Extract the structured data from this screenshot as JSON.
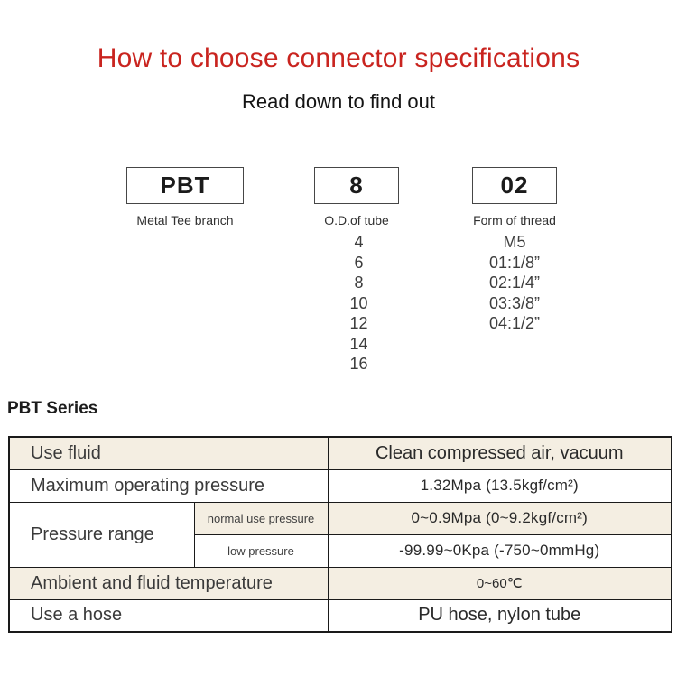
{
  "header": {
    "title": "How to choose connector specifications",
    "subtitle": "Read down to find out"
  },
  "colors": {
    "title_red": "#c9241f",
    "row_beige": "#f4eee2",
    "table_border": "#1a1a1a"
  },
  "code_builder": {
    "boxes": [
      {
        "code": "PBT",
        "label": "Metal Tee branch"
      },
      {
        "code": "8",
        "label": "O.D.of tube"
      },
      {
        "code": "02",
        "label": "Form of thread"
      }
    ],
    "tube_sizes": [
      "4",
      "6",
      "8",
      "10",
      "12",
      "14",
      "16"
    ],
    "thread_forms": [
      "M5",
      "01:1/8”",
      "02:1/4”",
      "03:3/8”",
      "04:1/2”"
    ]
  },
  "series_section": {
    "heading": "PBT Series",
    "table": {
      "rows": [
        {
          "label": "Use fluid",
          "value": "Clean compressed air, vacuum"
        },
        {
          "label": "Maximum operating pressure",
          "value": "1.32Mpa  (13.5kgf/cm²)"
        },
        {
          "label": "Pressure range",
          "sub_rows": [
            {
              "sub_label": "normal use pressure",
              "value": "0~0.9Mpa  (0~9.2kgf/cm²)"
            },
            {
              "sub_label": "low pressure",
              "value": "-99.99~0Kpa  (-750~0mmHg)"
            }
          ]
        },
        {
          "label": "Ambient and fluid temperature",
          "value": "0~60℃"
        },
        {
          "label": "Use a hose",
          "value": "PU hose, nylon tube"
        }
      ]
    }
  }
}
